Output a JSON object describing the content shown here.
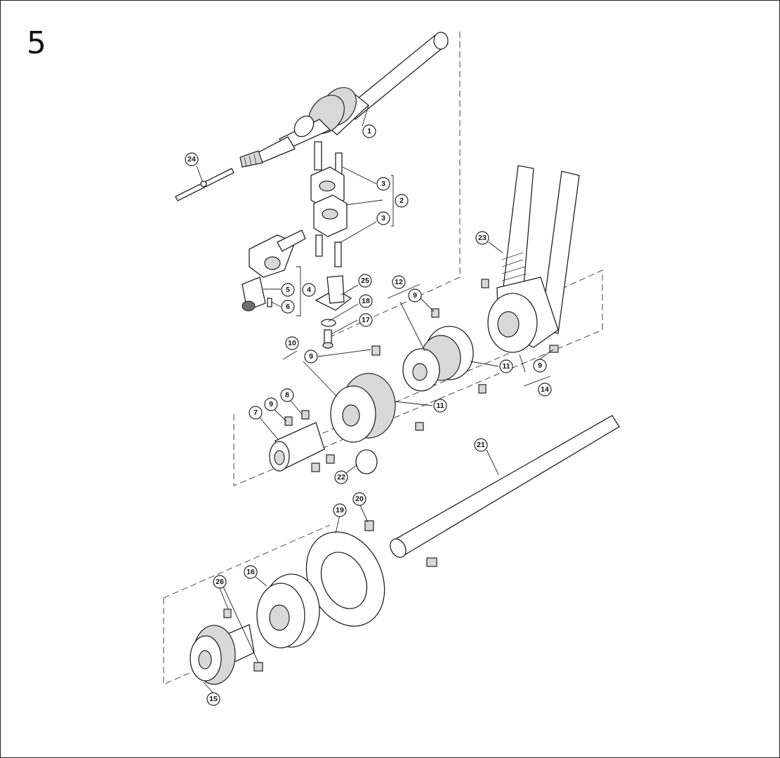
{
  "figure": {
    "number": "5"
  },
  "callouts": [
    {
      "id": "1",
      "label": "1"
    },
    {
      "id": "2",
      "label": "2"
    },
    {
      "id": "3a",
      "label": "3"
    },
    {
      "id": "3b",
      "label": "3"
    },
    {
      "id": "4",
      "label": "4"
    },
    {
      "id": "5",
      "label": "5"
    },
    {
      "id": "6",
      "label": "6"
    },
    {
      "id": "7",
      "label": "7"
    },
    {
      "id": "8",
      "label": "8"
    },
    {
      "id": "9a",
      "label": "9"
    },
    {
      "id": "9b",
      "label": "9"
    },
    {
      "id": "9c",
      "label": "9"
    },
    {
      "id": "9d",
      "label": "9"
    },
    {
      "id": "10",
      "label": "10"
    },
    {
      "id": "11a",
      "label": "11"
    },
    {
      "id": "11b",
      "label": "11"
    },
    {
      "id": "12",
      "label": "12"
    },
    {
      "id": "14",
      "label": "14"
    },
    {
      "id": "15",
      "label": "15"
    },
    {
      "id": "16",
      "label": "16"
    },
    {
      "id": "17",
      "label": "17"
    },
    {
      "id": "18",
      "label": "18"
    },
    {
      "id": "19",
      "label": "19"
    },
    {
      "id": "20",
      "label": "20"
    },
    {
      "id": "21",
      "label": "21"
    },
    {
      "id": "22",
      "label": "22"
    },
    {
      "id": "23",
      "label": "23"
    },
    {
      "id": "24",
      "label": "24"
    },
    {
      "id": "25",
      "label": "25"
    },
    {
      "id": "26",
      "label": "26"
    }
  ]
}
